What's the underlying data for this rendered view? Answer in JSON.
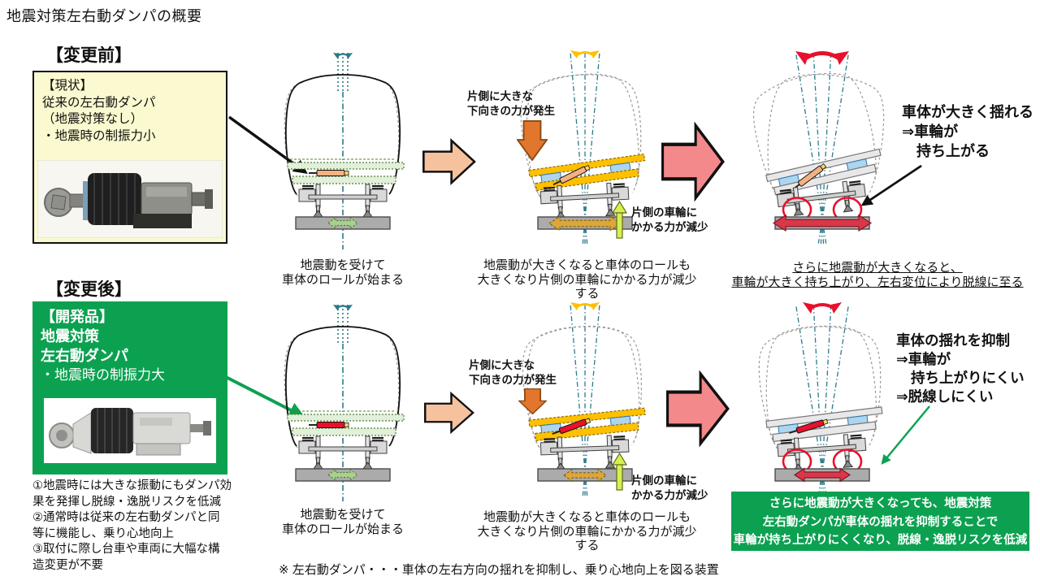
{
  "title": "地震対策左右動ダンパの概要",
  "before": {
    "heading": "【変更前】",
    "info": {
      "l1": "【現状】",
      "l2": "従来の左右動ダンパ",
      "l3": "（地震対策なし）",
      "l4": "・地震時の制振力小"
    },
    "caption1": {
      "l1": "地震動を受けて",
      "l2": "車体のロールが始まる"
    },
    "caption2": {
      "l1": "地震動が大きくなると車体のロールも",
      "l2": "大きくなり片側の車輪にかかる力が減少する"
    },
    "caption3": {
      "l1": "さらに地震動が大きくなると、",
      "l2": "車輪が大きく持ち上がり、左右変位により脱線に至る"
    },
    "label_down": {
      "l1": "片側に大きな",
      "l2": "下向きの力が発生"
    },
    "label_wheel": {
      "l1": "片側の車輪に",
      "l2": "かかる力が減少"
    },
    "result": {
      "l1": "車体が大きく揺れる",
      "l2": "⇒車輪が",
      "l3": "持ち上がる"
    }
  },
  "after": {
    "heading": "【変更後】",
    "info": {
      "l1": "【開発品】",
      "l2": "地震対策",
      "l3": "左右動ダンパ",
      "l4": "・地震時の制振力大"
    },
    "caption1": {
      "l1": "地震動を受けて",
      "l2": "車体のロールが始まる"
    },
    "caption2": {
      "l1": "地震動が大きくなると車体のロールも",
      "l2": "大きくなり片側の車輪にかかる力が減少する"
    },
    "label_down": {
      "l1": "片側に大きな",
      "l2": "下向きの力が発生"
    },
    "label_wheel": {
      "l1": "片側の車輪に",
      "l2": "かかる力が減少"
    },
    "result": {
      "l1": "車体の揺れを抑制",
      "l2": "⇒車輪が",
      "l3": "持ち上がりにくい",
      "l4": "⇒脱線しにくい"
    },
    "green_caption": {
      "l1": "さらに地震動が大きくなっても、地震対策",
      "l2": "左右動ダンパが車体の揺れを抑制することで",
      "l3": "車輪が持ち上がりにくくなり、脱線・逸脱リスクを低減"
    },
    "notes": [
      "①地震時には大きな振動にもダンパ効",
      "果を発揮し脱線・逸脱リスクを低減",
      "②通常時は従来の左右動ダンパと同",
      "等に機能し、乗り心地向上",
      "③取付に際し台車や車両に大幅な構",
      "造変更が不要"
    ]
  },
  "footnote": "※ 左右動ダンパ・・・車体の左右方向の揺れを抑制し、乗り心地向上を図る装置",
  "colors": {
    "accent_green": "#0ba150",
    "highlight_yellow": "#fbf9cf",
    "arrow_salmon": "#f6c29e",
    "arrow_pink": "#f4898c",
    "warning_red": "#e8112d"
  }
}
